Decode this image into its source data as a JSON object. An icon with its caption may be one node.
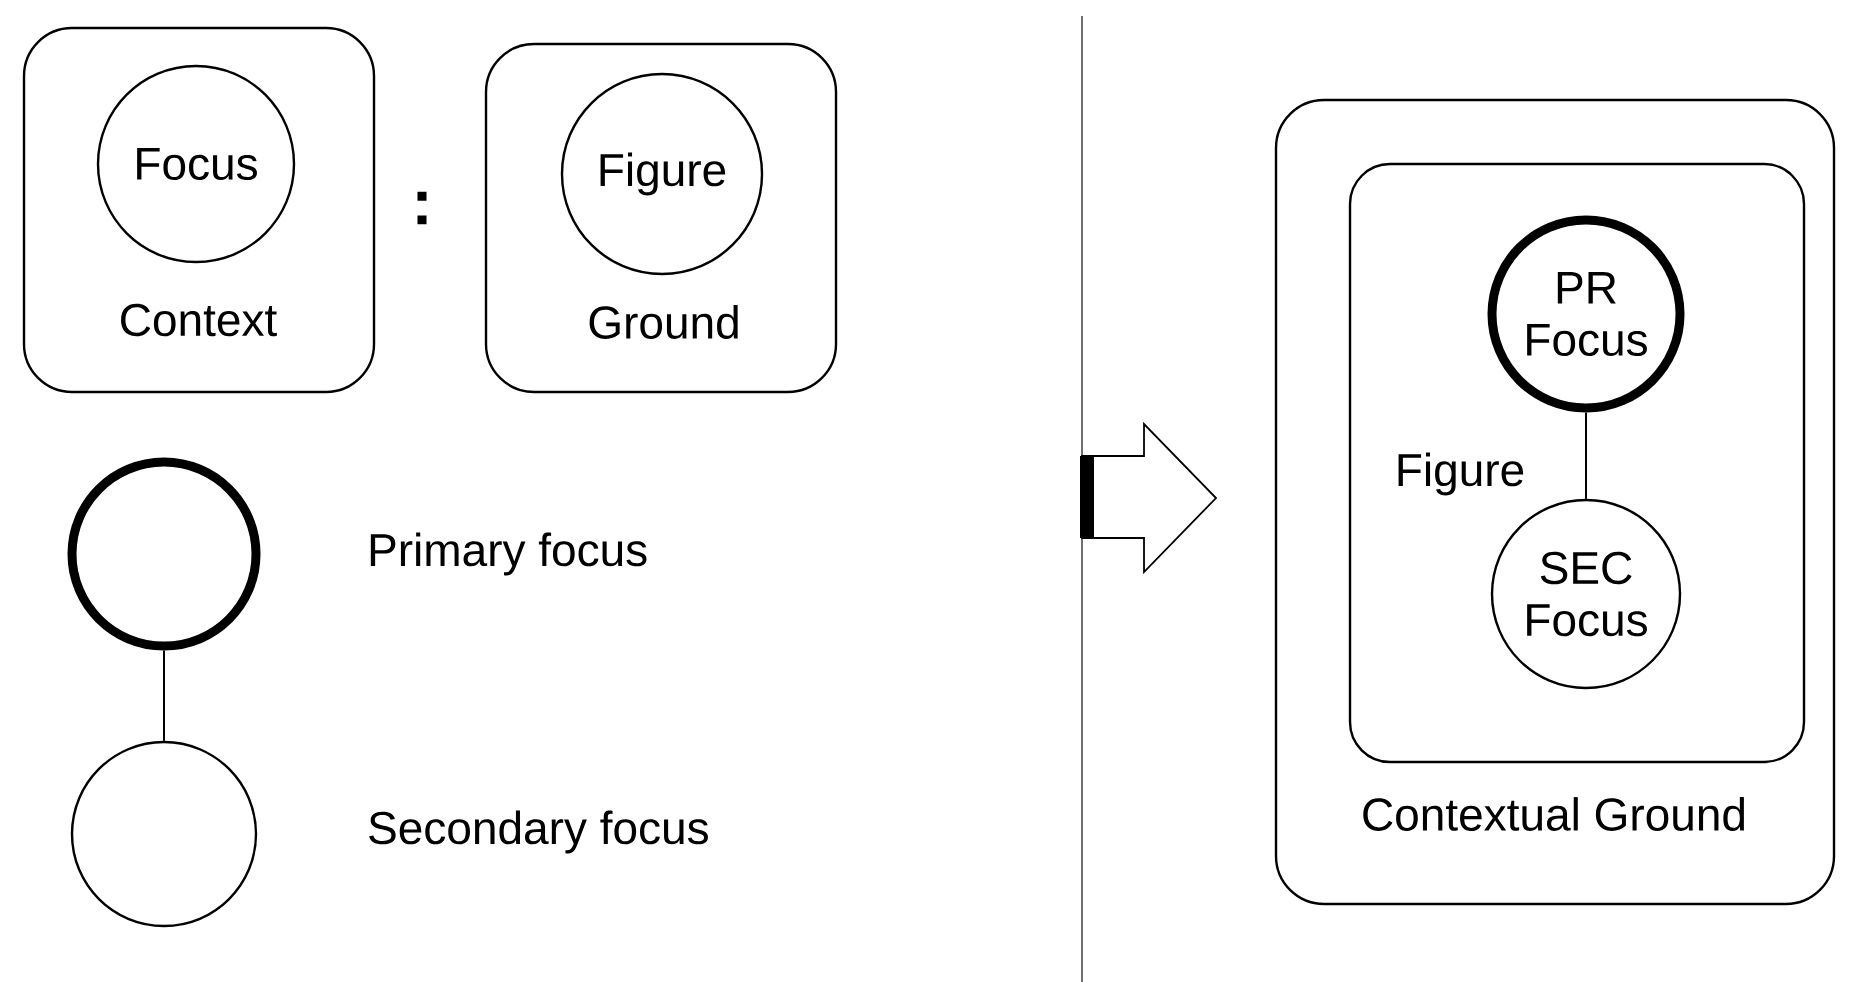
{
  "diagram": {
    "nodes": [
      {
        "text": [
          "Context"
        ]
      },
      {
        "text": [
          "Focus"
        ],
        "in": 0
      },
      {
        "text": [
          "Ground"
        ]
      },
      {
        "text": [
          "Figure"
        ],
        "in": 2
      },
      {
        "text": [],
        "shape": "circle",
        "beside": [
          "Primary focus"
        ]
      },
      {
        "text": [],
        "shape": "circle",
        "beside": [
          "Secondary focus"
        ]
      },
      {
        "text": [
          "Contextual Ground"
        ]
      },
      {
        "text": [
          "Figure"
        ],
        "in": 6
      },
      {
        "text": [
          "PR Focus"
        ],
        "in": 7
      },
      {
        "text": [
          "SEC Focus"
        ],
        "in": 7
      }
    ],
    "edges": [
      {
        "from": 4,
        "to": 5,
        "arrow": "none"
      },
      {
        "from": 8,
        "to": 9,
        "arrow": "none"
      }
    ],
    "labels": [
      ":"
    ]
  }
}
